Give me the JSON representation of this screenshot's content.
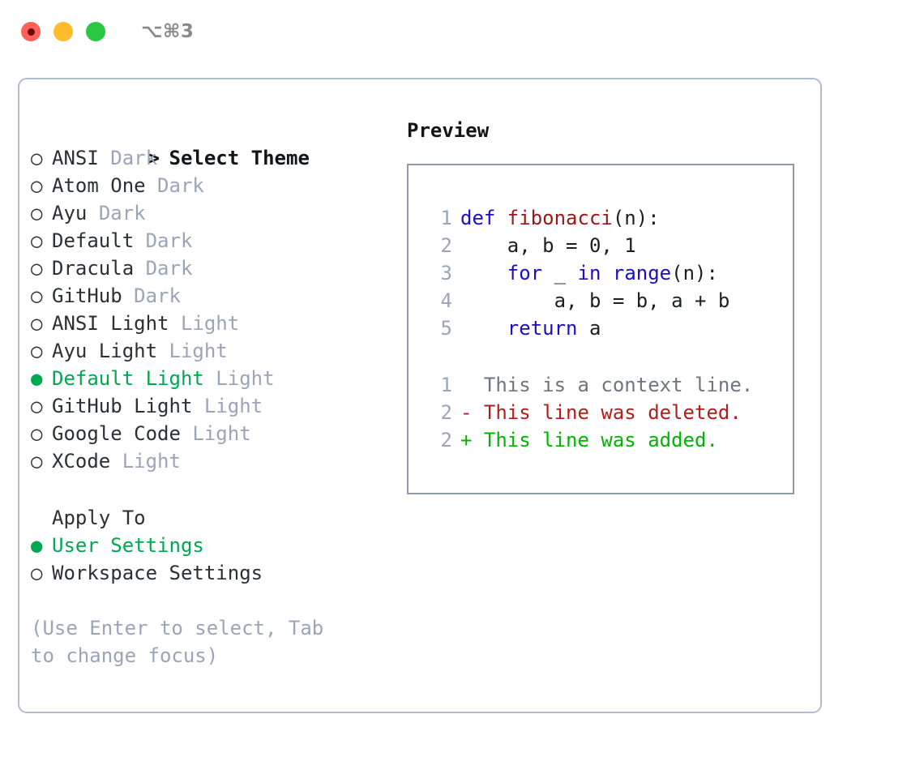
{
  "titlebar": {
    "lights": [
      {
        "name": "close",
        "color": "#ff6058"
      },
      {
        "name": "minimize",
        "color": "#ffbd2e"
      },
      {
        "name": "maximize",
        "color": "#28c840"
      }
    ],
    "shortcut": "⌥⌘3"
  },
  "colors": {
    "selected_green": "#00a84f",
    "muted_gray": "#9aa6b8",
    "keyword_blue": "#1a0dcc",
    "function_red": "#9e1616",
    "diff_added": "#00b500",
    "diff_deleted": "#b61b1b",
    "border": "#b3bccb",
    "preview_border": "#8f9bac"
  },
  "theme_list": {
    "header": "Select Theme",
    "header_marker": ">",
    "marker_unselected": "○",
    "marker_selected": "●",
    "items": [
      {
        "name": "ANSI",
        "mode": "Dark",
        "selected": false
      },
      {
        "name": "Atom One",
        "mode": "Dark",
        "selected": false
      },
      {
        "name": "Ayu",
        "mode": "Dark",
        "selected": false
      },
      {
        "name": "Default",
        "mode": "Dark",
        "selected": false
      },
      {
        "name": "Dracula",
        "mode": "Dark",
        "selected": false
      },
      {
        "name": "GitHub",
        "mode": "Dark",
        "selected": false
      },
      {
        "name": "ANSI Light",
        "mode": "Light",
        "selected": false
      },
      {
        "name": "Ayu Light",
        "mode": "Light",
        "selected": false
      },
      {
        "name": "Default Light",
        "mode": "Light",
        "selected": true
      },
      {
        "name": "GitHub Light",
        "mode": "Light",
        "selected": false
      },
      {
        "name": "Google Code",
        "mode": "Light",
        "selected": false
      },
      {
        "name": "XCode",
        "mode": "Light",
        "selected": false
      }
    ]
  },
  "apply_to": {
    "header": "Apply To",
    "items": [
      {
        "name": "User Settings",
        "selected": true
      },
      {
        "name": "Workspace Settings",
        "selected": false
      }
    ]
  },
  "hint": "(Use Enter to select, Tab to change focus)",
  "preview": {
    "title": "Preview",
    "code_lines": [
      {
        "number": "1",
        "tokens": [
          {
            "text": "def ",
            "kind": "kw"
          },
          {
            "text": "fibonacci",
            "kind": "fn"
          },
          {
            "text": "(n):",
            "kind": "plain"
          }
        ]
      },
      {
        "number": "2",
        "tokens": [
          {
            "text": "    a, b = 0, 1",
            "kind": "plain"
          }
        ]
      },
      {
        "number": "3",
        "tokens": [
          {
            "text": "    ",
            "kind": "plain"
          },
          {
            "text": "for",
            "kind": "kw"
          },
          {
            "text": " _ ",
            "kind": "plain"
          },
          {
            "text": "in",
            "kind": "kw"
          },
          {
            "text": " ",
            "kind": "plain"
          },
          {
            "text": "range",
            "kind": "kw"
          },
          {
            "text": "(n):",
            "kind": "plain"
          }
        ]
      },
      {
        "number": "4",
        "tokens": [
          {
            "text": "        a, b = b, a + b",
            "kind": "plain"
          }
        ]
      },
      {
        "number": "5",
        "tokens": [
          {
            "text": "    ",
            "kind": "plain"
          },
          {
            "text": "return",
            "kind": "kw"
          },
          {
            "text": " a",
            "kind": "plain"
          }
        ]
      }
    ],
    "diff_lines": [
      {
        "number": "1",
        "sign": " ",
        "text": "This is a context line.",
        "kind": "ctx"
      },
      {
        "number": "2",
        "sign": "-",
        "text": "This line was deleted.",
        "kind": "del"
      },
      {
        "number": "2",
        "sign": "+",
        "text": "This line was added.",
        "kind": "add"
      }
    ]
  }
}
